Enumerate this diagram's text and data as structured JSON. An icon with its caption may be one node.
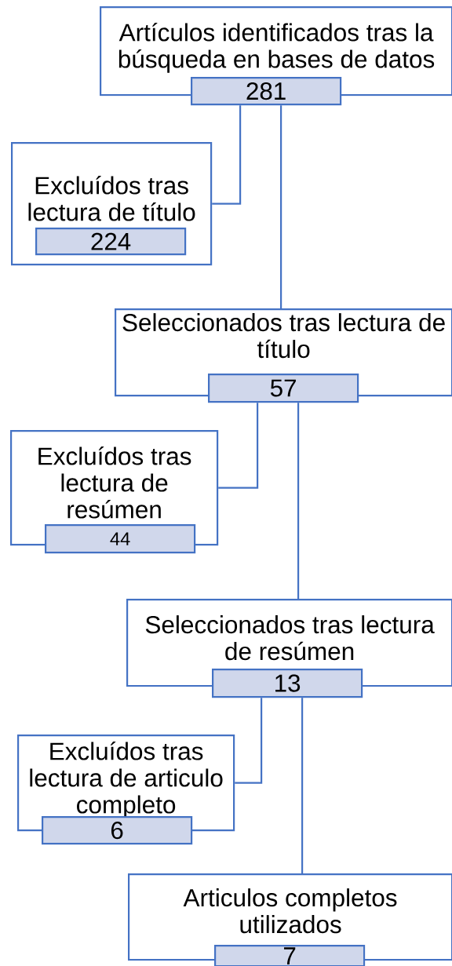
{
  "diagram": {
    "nodes": [
      {
        "text": [
          "Artículos identificados tras la búsqueda en bases de datos"
        ]
      },
      {
        "text": [
          "281"
        ]
      },
      {
        "text": [
          "Excluídos tras lectura de título"
        ]
      },
      {
        "text": [
          "224"
        ],
        "in": 2
      },
      {
        "text": [
          "Seleccionados tras lectura de título"
        ]
      },
      {
        "text": [
          "57"
        ]
      },
      {
        "text": [
          "Excluídos tras lectura de resúmen"
        ]
      },
      {
        "text": [
          "44"
        ]
      },
      {
        "text": [
          "Seleccionados tras lectura de resúmen"
        ]
      },
      {
        "text": [
          "13"
        ]
      },
      {
        "text": [
          "Excluídos tras lectura de articulo completo"
        ]
      },
      {
        "text": [
          "6"
        ]
      },
      {
        "text": [
          "Articulos completos utilizados"
        ]
      },
      {
        "text": [
          "7"
        ]
      }
    ],
    "edges": [
      {
        "from": 1,
        "to": 2,
        "arrow": "none"
      },
      {
        "from": 1,
        "to": 4,
        "arrow": "none"
      },
      {
        "from": 5,
        "to": 6,
        "arrow": "none"
      },
      {
        "from": 5,
        "to": 8,
        "arrow": "none"
      },
      {
        "from": 9,
        "to": 10,
        "arrow": "none"
      },
      {
        "from": 9,
        "to": 12,
        "arrow": "none"
      }
    ]
  }
}
